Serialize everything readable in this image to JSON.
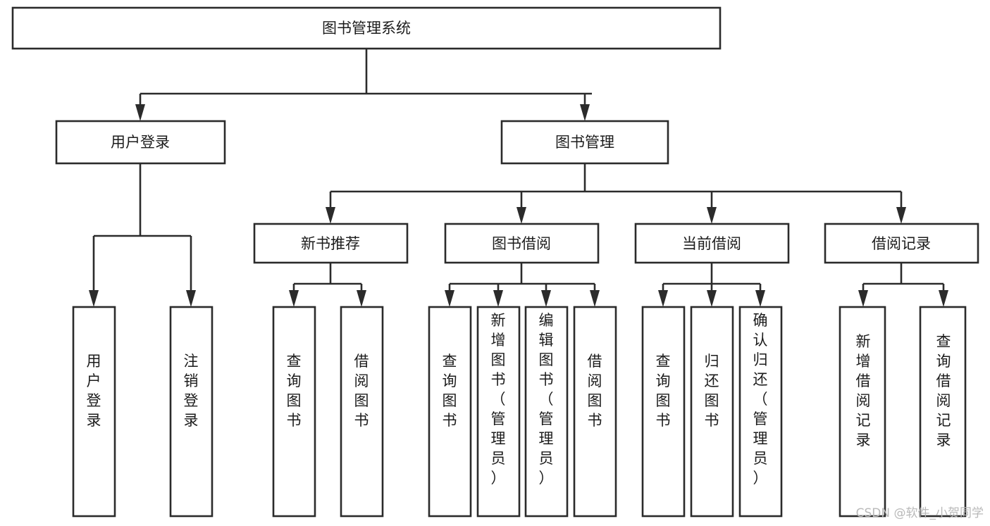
{
  "diagram": {
    "title": "图书管理系统",
    "type": "tree",
    "background_color": "#ffffff",
    "line_color": "#2b2b2b",
    "text_color": "#1c1c1c"
  },
  "nodes": {
    "root": {
      "label": "图书管理系统",
      "orientation": "horizontal"
    },
    "level2": [
      {
        "id": "user-login",
        "label": "用户登录",
        "orientation": "horizontal"
      },
      {
        "id": "book-manage",
        "label": "图书管理",
        "orientation": "horizontal"
      }
    ],
    "level3": [
      {
        "id": "new-book-recommend",
        "label": "新书推荐",
        "orientation": "horizontal"
      },
      {
        "id": "book-borrow",
        "label": "图书借阅",
        "orientation": "horizontal"
      },
      {
        "id": "current-borrow",
        "label": "当前借阅",
        "orientation": "horizontal"
      },
      {
        "id": "borrow-record",
        "label": "借阅记录",
        "orientation": "horizontal"
      }
    ],
    "leaves": [
      {
        "id": "leaf-user-login",
        "parent": "user-login",
        "label": "用户登录",
        "orientation": "vertical"
      },
      {
        "id": "leaf-logout-login",
        "parent": "user-login",
        "label": "注销登录",
        "orientation": "vertical"
      },
      {
        "id": "leaf-query-book-1",
        "parent": "new-book-recommend",
        "label": "查询图书",
        "orientation": "vertical"
      },
      {
        "id": "leaf-borrow-book-1",
        "parent": "new-book-recommend",
        "label": "借阅图书",
        "orientation": "vertical"
      },
      {
        "id": "leaf-query-book-2",
        "parent": "book-borrow",
        "label": "查询图书",
        "orientation": "vertical"
      },
      {
        "id": "leaf-add-book",
        "parent": "book-borrow",
        "label": "新增图书（管理员）",
        "orientation": "vertical"
      },
      {
        "id": "leaf-edit-book",
        "parent": "book-borrow",
        "label": "编辑图书（管理员）",
        "orientation": "vertical"
      },
      {
        "id": "leaf-borrow-book-2",
        "parent": "book-borrow",
        "label": "借阅图书",
        "orientation": "vertical"
      },
      {
        "id": "leaf-query-book-3",
        "parent": "current-borrow",
        "label": "查询图书",
        "orientation": "vertical"
      },
      {
        "id": "leaf-return-book",
        "parent": "current-borrow",
        "label": "归还图书",
        "orientation": "vertical"
      },
      {
        "id": "leaf-confirm-return",
        "parent": "current-borrow",
        "label": "确认归还（管理员）",
        "orientation": "vertical"
      },
      {
        "id": "leaf-add-record",
        "parent": "borrow-record",
        "label": "新增借阅记录",
        "orientation": "vertical"
      },
      {
        "id": "leaf-query-record",
        "parent": "borrow-record",
        "label": "查询借阅记录",
        "orientation": "vertical"
      }
    ]
  },
  "watermark": {
    "text": "CSDN @软件_小贺同学"
  }
}
